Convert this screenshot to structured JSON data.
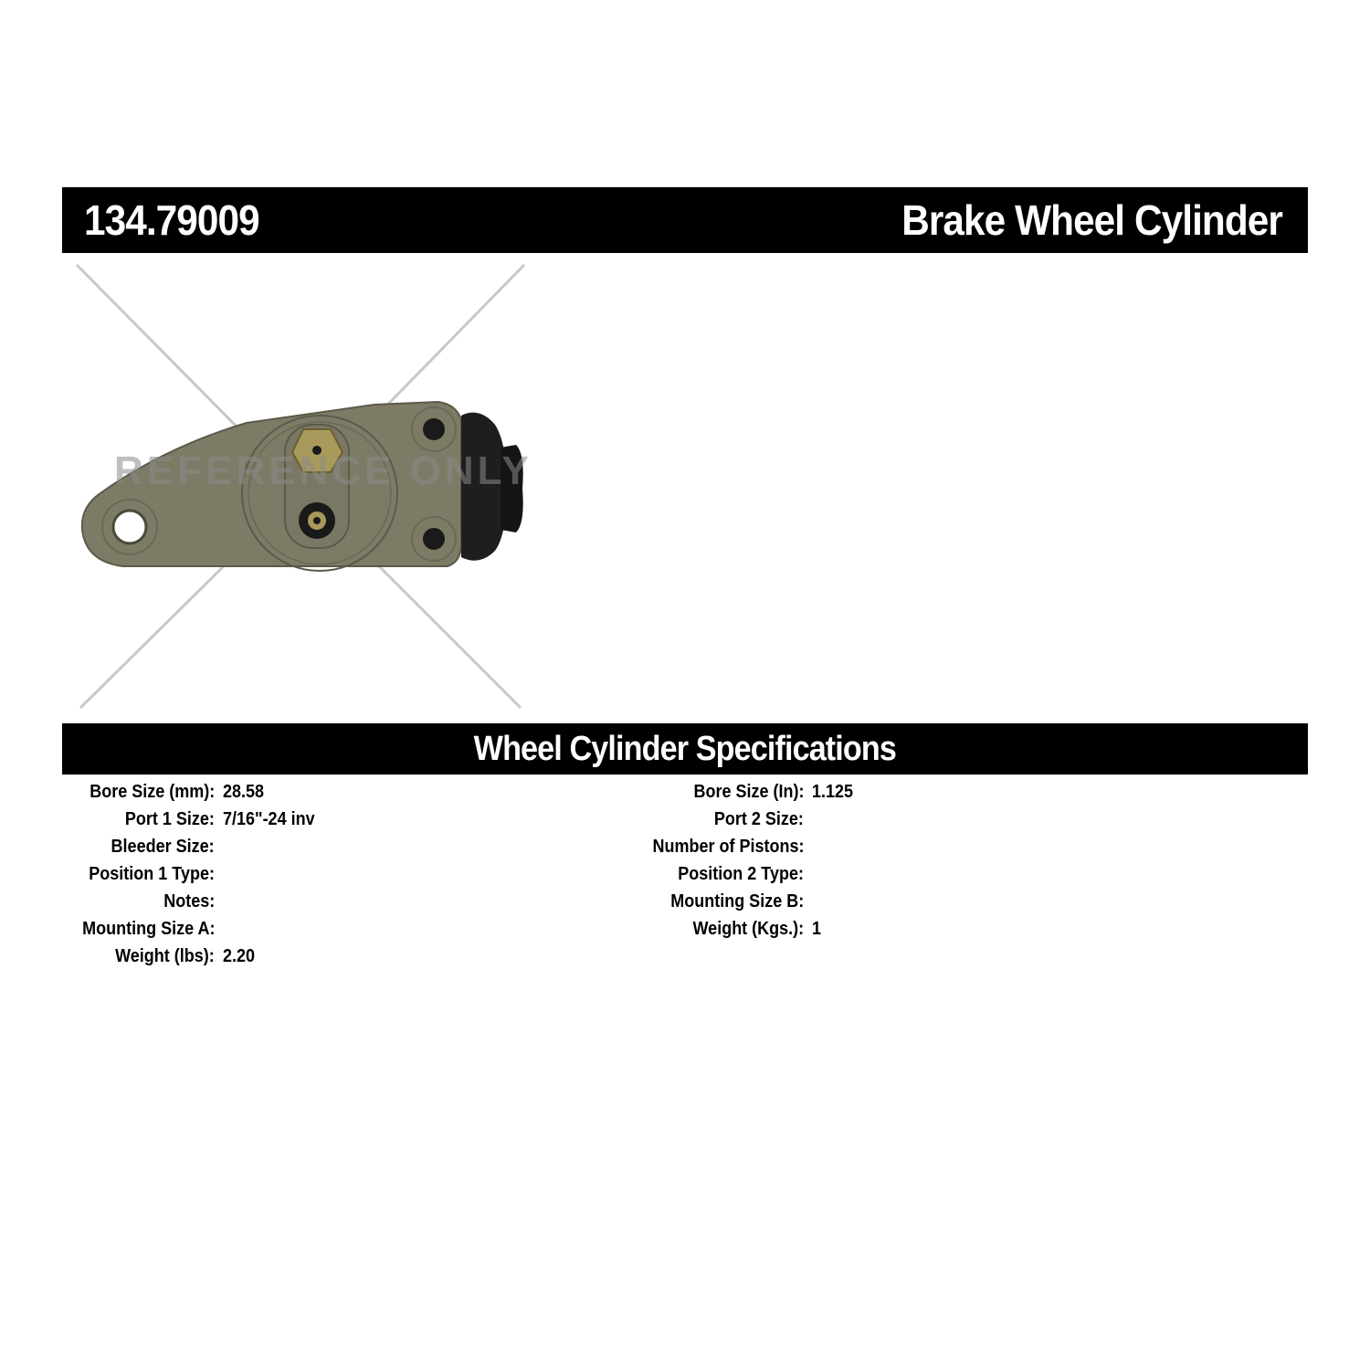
{
  "header": {
    "part_number": "134.79009",
    "product_type": "Brake Wheel Cylinder"
  },
  "image": {
    "alt": "Brake wheel cylinder product photo",
    "watermark": "REFERENCE ONLY",
    "colors": {
      "body": "#7d7b66",
      "body_shadow": "#5c5a4a",
      "boot": "#1e1e1e",
      "fitting": "#a89a5a",
      "cross_lines": "#c8c8c8",
      "watermark": "#8a8a8a"
    }
  },
  "specs": {
    "title": "Wheel Cylinder Specifications",
    "left": [
      {
        "label": "Bore Size (mm):",
        "value": "28.58"
      },
      {
        "label": "Port 1 Size:",
        "value": "7/16\"-24 inv"
      },
      {
        "label": "Bleeder Size:",
        "value": ""
      },
      {
        "label": "Position 1 Type:",
        "value": ""
      },
      {
        "label": "Notes:",
        "value": ""
      },
      {
        "label": "Mounting Size A:",
        "value": ""
      },
      {
        "label": "Weight (lbs):",
        "value": "2.20"
      }
    ],
    "right": [
      {
        "label": "Bore Size (In):",
        "value": "1.125"
      },
      {
        "label": "Port 2 Size:",
        "value": ""
      },
      {
        "label": "Number of Pistons:",
        "value": ""
      },
      {
        "label": "Position 2 Type:",
        "value": ""
      },
      {
        "label": "Mounting Size B:",
        "value": ""
      },
      {
        "label": "Weight (Kgs.):",
        "value": "1"
      }
    ]
  }
}
